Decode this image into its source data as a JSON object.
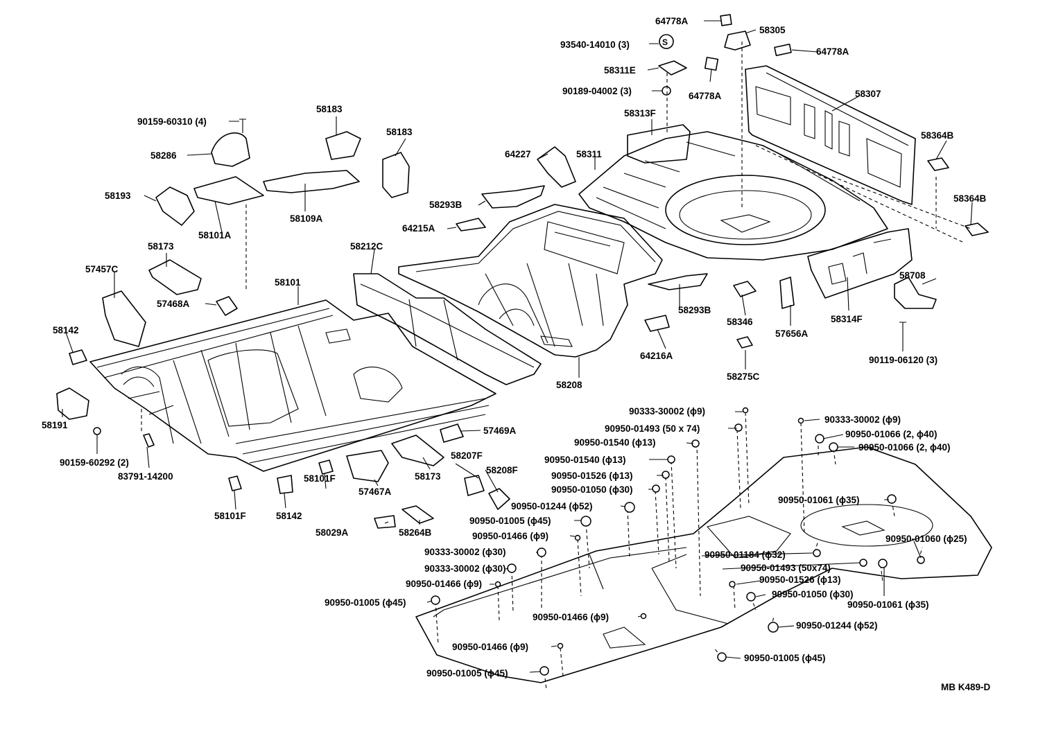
{
  "diagram_code": "MB K489-D",
  "labels": [
    {
      "id": "l1",
      "text": "64778A"
    },
    {
      "id": "l2",
      "text": "58305"
    },
    {
      "id": "l3",
      "text": "93540-14010 (3)"
    },
    {
      "id": "l4",
      "text": "64778A"
    },
    {
      "id": "l5",
      "text": "58311E"
    },
    {
      "id": "l6",
      "text": "90189-04002 (3)"
    },
    {
      "id": "l7",
      "text": "64778A"
    },
    {
      "id": "l8",
      "text": "58307"
    },
    {
      "id": "l9",
      "text": "58313F"
    },
    {
      "id": "l10",
      "text": "58183"
    },
    {
      "id": "l11",
      "text": "90159-60310 (4)"
    },
    {
      "id": "l12",
      "text": "58183"
    },
    {
      "id": "l13",
      "text": "58286"
    },
    {
      "id": "l14",
      "text": "64227"
    },
    {
      "id": "l15",
      "text": "58311"
    },
    {
      "id": "l16",
      "text": "58364B"
    },
    {
      "id": "l17",
      "text": "58193"
    },
    {
      "id": "l18",
      "text": "58293B"
    },
    {
      "id": "l19",
      "text": "58364B"
    },
    {
      "id": "l20",
      "text": "58109A"
    },
    {
      "id": "l21",
      "text": "58101A"
    },
    {
      "id": "l22",
      "text": "64215A"
    },
    {
      "id": "l23",
      "text": "58173"
    },
    {
      "id": "l24",
      "text": "58212C"
    },
    {
      "id": "l25",
      "text": "57457C"
    },
    {
      "id": "l26",
      "text": "58101"
    },
    {
      "id": "l27",
      "text": "58708"
    },
    {
      "id": "l28",
      "text": "57468A"
    },
    {
      "id": "l29",
      "text": "58293B"
    },
    {
      "id": "l30",
      "text": "58346"
    },
    {
      "id": "l31",
      "text": "58314F"
    },
    {
      "id": "l32",
      "text": "57656A"
    },
    {
      "id": "l33",
      "text": "58142"
    },
    {
      "id": "l34",
      "text": "64216A"
    },
    {
      "id": "l35",
      "text": "90119-06120 (3)"
    },
    {
      "id": "l36",
      "text": "58275C"
    },
    {
      "id": "l37",
      "text": "58208"
    },
    {
      "id": "l38",
      "text": "58191"
    },
    {
      "id": "l39",
      "text": "90333-30002 (ϕ9)"
    },
    {
      "id": "l40",
      "text": "90333-30002 (ϕ9)"
    },
    {
      "id": "l41",
      "text": "90950-01493 (50 x 74)"
    },
    {
      "id": "l42",
      "text": "90950-01066 (2, ϕ40)"
    },
    {
      "id": "l43",
      "text": "90950-01540 (ϕ13)"
    },
    {
      "id": "l44",
      "text": "90950-01066 (2, ϕ40)"
    },
    {
      "id": "l45",
      "text": "57469A"
    },
    {
      "id": "l46",
      "text": "90159-60292 (2)"
    },
    {
      "id": "l47",
      "text": "58207F"
    },
    {
      "id": "l48",
      "text": "90950-01540 (ϕ13)"
    },
    {
      "id": "l49",
      "text": "83791-14200"
    },
    {
      "id": "l50",
      "text": "58173"
    },
    {
      "id": "l51",
      "text": "58208F"
    },
    {
      "id": "l52",
      "text": "90950-01526 (ϕ13)"
    },
    {
      "id": "l53",
      "text": "58101F"
    },
    {
      "id": "l54",
      "text": "57467A"
    },
    {
      "id": "l55",
      "text": "90950-01050 (ϕ30)"
    },
    {
      "id": "l56",
      "text": "90950-01061 (ϕ35)"
    },
    {
      "id": "l57",
      "text": "58101F"
    },
    {
      "id": "l58",
      "text": "58142"
    },
    {
      "id": "l59",
      "text": "90950-01244 (ϕ52)"
    },
    {
      "id": "l60",
      "text": "90950-01005 (ϕ45)"
    },
    {
      "id": "l61",
      "text": "58029A"
    },
    {
      "id": "l62",
      "text": "58264B"
    },
    {
      "id": "l63",
      "text": "90950-01466 (ϕ9)"
    },
    {
      "id": "l64",
      "text": "90950-01060 (ϕ25)"
    },
    {
      "id": "l65",
      "text": "90333-30002 (ϕ30)"
    },
    {
      "id": "l66",
      "text": "90950-01184 (ϕ32)"
    },
    {
      "id": "l67",
      "text": "90333-30002 (ϕ30)"
    },
    {
      "id": "l68",
      "text": "90950-01493 (50x74)"
    },
    {
      "id": "l69",
      "text": "90950-01466 (ϕ9)"
    },
    {
      "id": "l70",
      "text": "90950-01526 (ϕ13)"
    },
    {
      "id": "l71",
      "text": "90950-01005 (ϕ45)"
    },
    {
      "id": "l72",
      "text": "90950-01050 (ϕ30)"
    },
    {
      "id": "l73",
      "text": "90950-01061 (ϕ35)"
    },
    {
      "id": "l74",
      "text": "90950-01466 (ϕ9)"
    },
    {
      "id": "l75",
      "text": "90950-01244 (ϕ52)"
    },
    {
      "id": "l76",
      "text": "90950-01466 (ϕ9)"
    },
    {
      "id": "l77",
      "text": "90950-01005 (ϕ45)"
    },
    {
      "id": "l78",
      "text": "90950-01005 (ϕ45)"
    }
  ]
}
